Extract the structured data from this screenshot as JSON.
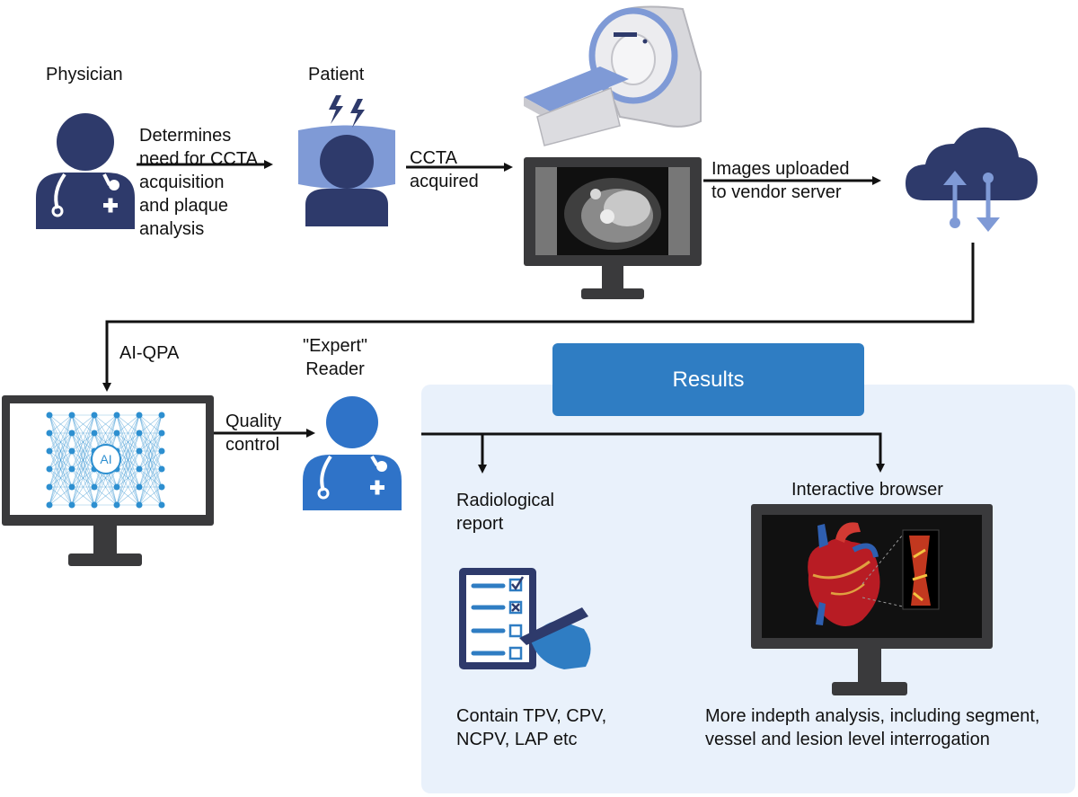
{
  "nodes": {
    "physician": {
      "title": "Physician"
    },
    "patient": {
      "title": "Patient"
    },
    "reader": {
      "title": "\"Expert\"\nReader"
    },
    "ai_chip": "AI"
  },
  "edges": {
    "physician_to_patient": "Determines\nneed for CCTA\nacquisition\nand plaque\nanalysis",
    "patient_to_scanner": "CCTA\nacquired",
    "monitor_to_cloud": "Images uploaded\nto vendor server",
    "cloud_to_ai": "AI-QPA",
    "ai_to_reader": "Quality\ncontrol"
  },
  "results": {
    "title": "Results",
    "report": {
      "title": "Radiological\nreport",
      "caption": "Contain TPV, CPV,\nNCPV, LAP etc"
    },
    "browser": {
      "title": "Interactive browser",
      "caption": "More indepth analysis, including segment,\nvessel and lesion level interrogation"
    }
  },
  "colors": {
    "navy": "#2e3a6b",
    "blue": "#2f7dc3",
    "bright_blue": "#2f73c8",
    "panel_bg": "#e9f1fb",
    "accent_light": "#7f9ad6",
    "ai_network": "#2d8fd0"
  }
}
